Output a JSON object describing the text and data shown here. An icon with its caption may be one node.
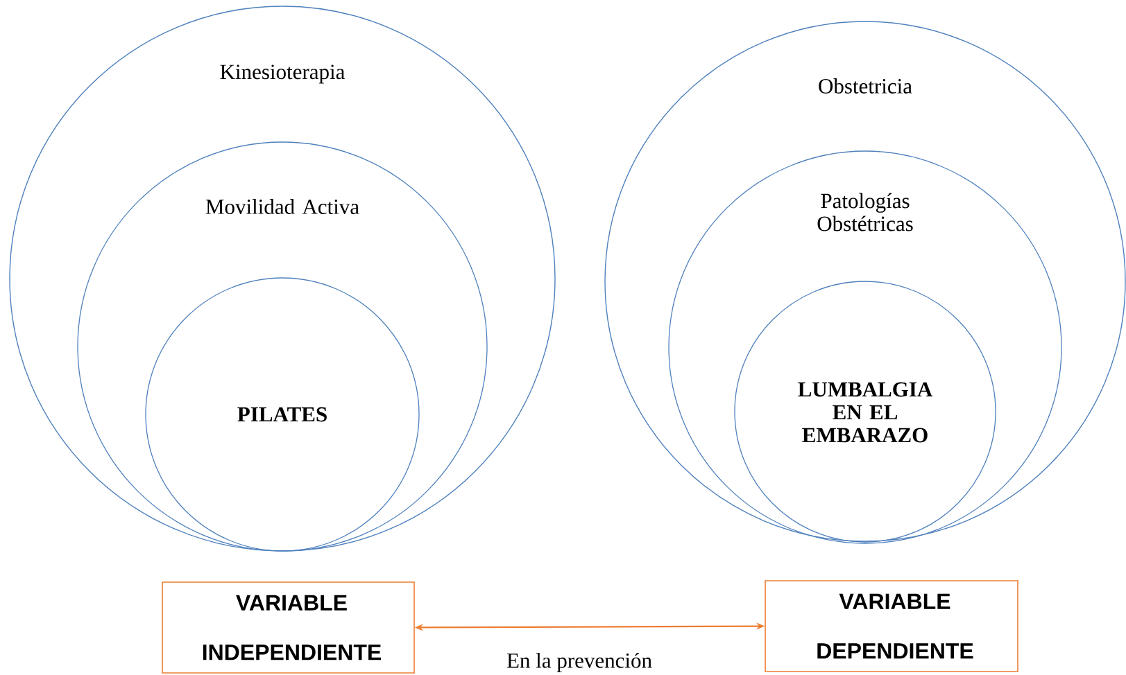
{
  "diagram": {
    "nodes": [
      {
        "text": [
          "Kinesioterapia"
        ]
      },
      {
        "text": [
          "Movilidad Activa"
        ],
        "in": 0
      },
      {
        "text": [
          "PILATES"
        ],
        "in": 1
      },
      {
        "text": [
          "Obstetricia"
        ]
      },
      {
        "text": [
          "Patologías Obstétricas"
        ],
        "in": 3
      },
      {
        "text": [
          "LUMBALGIA EN EL EMBARAZO"
        ],
        "in": 4
      },
      {
        "text": [
          "VARIABLE",
          "INDEPENDIENTE"
        ]
      },
      {
        "text": [
          "VARIABLE",
          "DEPENDIENTE"
        ]
      }
    ],
    "edges": [
      {
        "from": 6,
        "to": 7,
        "arrow": "both",
        "label": "En la prevención",
        "color": "#ed7d31"
      }
    ]
  }
}
